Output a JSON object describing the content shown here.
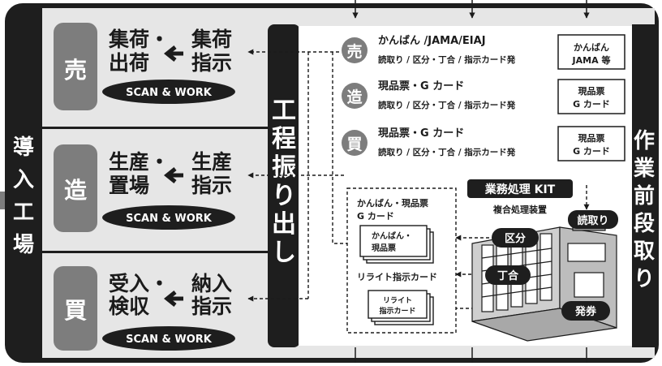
{
  "left_band": {
    "title_chars": [
      "導",
      "入",
      "工",
      "場"
    ]
  },
  "rows": [
    {
      "key": "sell",
      "badge": "売",
      "from_lines": [
        "集荷・",
        "出荷"
      ],
      "to_lines": [
        "集荷",
        "指示"
      ],
      "pill": "SCAN & WORK"
    },
    {
      "key": "make",
      "badge": "造",
      "from_lines": [
        "生産・",
        "置場"
      ],
      "to_lines": [
        "生産",
        "指示"
      ],
      "pill": "SCAN & WORK"
    },
    {
      "key": "buy",
      "badge": "買",
      "from_lines": [
        "受入・",
        "検収"
      ],
      "to_lines": [
        "納入",
        "指示"
      ],
      "pill": "SCAN & WORK"
    }
  ],
  "center_band": {
    "title_chars": [
      "工",
      "程",
      "振",
      "り",
      "出",
      "し"
    ]
  },
  "right_band": {
    "title_chars": [
      "作",
      "業",
      "前",
      "段",
      "取",
      "り"
    ]
  },
  "work_rows": [
    {
      "badge": "売",
      "line1": "かんばん /JAMA/EIAJ",
      "line2": "読取り / 区分・丁合 / 指示カード発",
      "box": [
        "かんばん",
        "JAMA 等"
      ]
    },
    {
      "badge": "造",
      "line1": "現品票・G カード",
      "line2": "読取り / 区分・丁合 / 指示カード発",
      "box": [
        "現品票",
        "G カード"
      ]
    },
    {
      "badge": "買",
      "line1": "現品票・G カード",
      "line2": "読取り / 区分・丁合 / 指示カード発",
      "box": [
        "現品票",
        "G カード"
      ]
    }
  ],
  "output_panel": {
    "top_label": [
      "かんばん・現品票",
      "G カード"
    ],
    "stack1": [
      "かんばん・",
      "現品票"
    ],
    "mid_label": "リライト指示カード",
    "stack2": [
      "リライト",
      "指示カード"
    ]
  },
  "kit": {
    "title": "業務処理 KIT",
    "subtitle": "複合処理装置",
    "labels": {
      "read": "読取り",
      "sort": "区分",
      "collate": "丁合",
      "issue": "発券"
    }
  },
  "colors": {
    "ink": "#1b1b1b",
    "panel": "#e6e6e6",
    "band": "#1e1e1e",
    "badge": "#7d7d7d",
    "white": "#ffffff"
  }
}
